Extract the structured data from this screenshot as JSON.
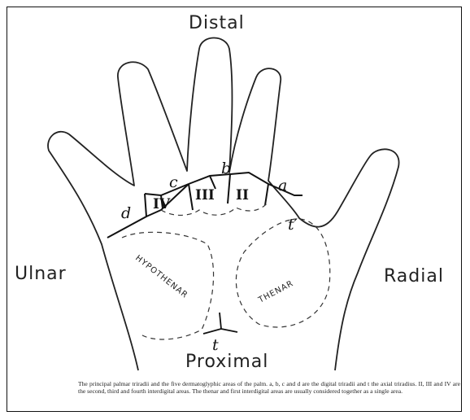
{
  "directions": {
    "distal": "Distal",
    "proximal": "Proximal",
    "ulnar": "Ulnar",
    "radial": "Radial"
  },
  "triradii": {
    "a": "a",
    "b": "b",
    "c": "c",
    "d": "d",
    "t_prime": "t′",
    "t": "t"
  },
  "interdigital": {
    "II": "II",
    "III": "III",
    "IV": "IV"
  },
  "areas": {
    "hypothenar": "HYPOTHENAR",
    "thenar": "THENAR"
  },
  "caption": "The principal palmar triradii and the five dermatoglyphic areas of the palm. a, b, c and d are the digital triradii and t the axial triradius. II, III and IV are the second, third and fourth interdigital areas. The thenar and first interdigital areas are usually considered together as a single area."
}
